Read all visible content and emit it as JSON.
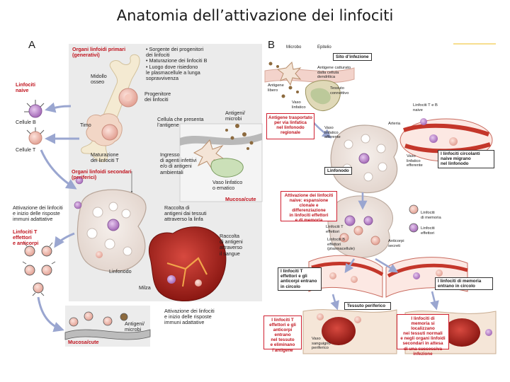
{
  "title": "Anatomia dell’attivazione dei linfociti",
  "panel_a": {
    "letter": "A",
    "primary_organs_title": "Organi linfoidi primari\n(generativi)",
    "primary_bullets": "• Sorgente dei progenitori\n   dei linfociti\n• Maturazione dei linfociti B\n• Luogo dove risiedono\n   le plasmacellule a lunga\n   sopravvivenza",
    "bone_marrow": "Midollo\nosseo",
    "progenitor": "Progenitore\ndei linfociti",
    "naive_title": "Linfociti\nnaive",
    "b_cells": "Cellule B",
    "t_cells": "Cellule T",
    "thymus": "Timo",
    "t_maturation": "Maturazione\ndei linfociti T",
    "apc": "Cellula che presenta\nl’antigene",
    "antigen_microbes": "Antigeni/\nmicrobi",
    "antigen_entry": "Ingresso\ndi agenti infettivi\ne/o di antigeni\nambientali",
    "secondary_title": "Organi linfoidi secondari\n(periferici)",
    "lymph_vessel": "Vaso linfatico\no ematico",
    "mucosa_skin": "Mucosa/cute",
    "activation": "Attivazione dei linfociti\ne inizio delle risposte\nimmuni adattative",
    "effector_title": "Linfociti T\neffettori\ne anticorpi",
    "lymph_collection": "Raccolta di\nantigeni dai tessuti\nattraverso la linfa",
    "blood_collection": "Raccolta\ndi antigeni\nattraverso\nil sangue",
    "lymph_node": "Linfonodo",
    "spleen": "Milza",
    "activation_bottom": "Attivazione dei linfociti\ne inizio delle risposte\nimmuni adattative",
    "antigen_microbes_bottom": "Antigeni/\nmicrobi",
    "mucosa_skin_bottom": "Mucosa/cute"
  },
  "panel_b": {
    "letter": "B",
    "microbe": "Microbo",
    "epithelium": "Epitelio",
    "infection_site": "Sito d’infezione",
    "antigen_captured": "Antigene catturato\ndalla cellula\ndendritica",
    "free_antigen": "Antigene\nlibero",
    "connective_tissue": "Tessuto\nconnettivo",
    "lymph_vessel_small": "Vaso\nlinfatico",
    "transport_box": "Antigene trasportato\nper via linfatica\nnel linfonodo\nregionale",
    "afferent_vessel": "Vaso\nlinfatico\nafferente",
    "naive_cells": "Linfociti T e B\nnaive",
    "artery": "Arteria",
    "efferent_vessel": "Vaso\nlinfatico\nefferente",
    "circulating": "I linfociti circolanti\nnaive migrano\nnel linfonodo",
    "lymph_node": "Linfonodo",
    "activation_box": "Attivazione dei linfociti\nnaive: espansione\nclonale e differenziazione\nin linfociti effettori\ne di memoria",
    "memory_cells": "Linfociti\ndi memoria",
    "t_effectors": "Linfociti T\neffettori",
    "b_effectors": "Linfociti B\neffettori\n(plasmacellule)",
    "effector_t_right": "Linfociti\neffettori",
    "antibodies": "Anticorpi\nsecreti",
    "t_enter_circ": "I linfociti T\neffettori e gli\nanticorpi entrano\nin circolo",
    "memory_enter_circ": "I linfociti di memoria\nentrano in circolo",
    "peripheral_tissue": "Tessuto periferico",
    "t_migrate_box": "I linfociti T\neffettori e gli\nanticorpi entrano\nnel tessuto\ne eliminano\nl’antigene",
    "blood_vessel": "Vaso\nsanguigno\nperiferico",
    "memory_box": "I linfociti di\nmemoria si localizzano\nnei tessuti normali\ne negli organi linfoidi\nsecondari in attesa\ndi una successiva\ninfezione"
  }
}
